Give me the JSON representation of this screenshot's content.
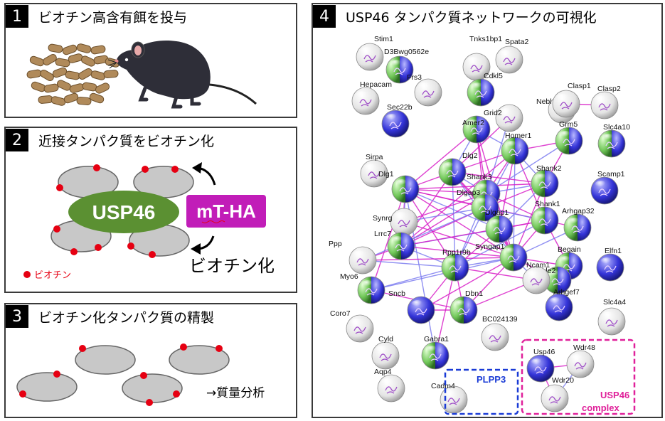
{
  "panels": {
    "p1": {
      "num": "1",
      "title": "ビオチン高含有餌を投与"
    },
    "p2": {
      "num": "2",
      "title": "近接タンパク質をビオチン化",
      "usp46": "USP46",
      "tag": "mT-HA",
      "biotinylation": "ビオチン化",
      "legend": "ビオチン",
      "colors": {
        "usp46": "#5b9032",
        "tag": "#c11db8",
        "dot": "#e60012",
        "gray": "#c8c8c8"
      }
    },
    "p3": {
      "num": "3",
      "title": "ビオチン化タンパク質の精製",
      "arrow_text": "→質量分析"
    },
    "p4": {
      "num": "4",
      "title": "USP46 タンパク質ネットワークの可視化",
      "plpp3": "PLPP3",
      "complex_line1": "USP46",
      "complex_line2": "complex",
      "colors": {
        "plpp3": "#1a3bd6",
        "complex": "#e0209a",
        "edge": "#d820c8"
      }
    }
  },
  "nodes": [
    {
      "id": "Stim1",
      "label": "Stim1",
      "color": "white"
    },
    {
      "id": "D3Bwg0562e",
      "label": "D3Bwg0562e",
      "color": "gb"
    },
    {
      "id": "Tnks1bp1",
      "label": "Tnks1bp1",
      "color": "white"
    },
    {
      "id": "Spata2",
      "label": "Spata2",
      "color": "white"
    },
    {
      "id": "Frs3",
      "label": "Frs3",
      "color": "white"
    },
    {
      "id": "Cdkl5",
      "label": "Cdkl5",
      "color": "gb"
    },
    {
      "id": "Hepacam",
      "label": "Hepacam",
      "color": "white"
    },
    {
      "id": "Sec22b",
      "label": "Sec22b",
      "color": "blue"
    },
    {
      "id": "Nebl",
      "label": "Nebl",
      "color": "white"
    },
    {
      "id": "Clasp1",
      "label": "Clasp1",
      "color": "white"
    },
    {
      "id": "Clasp2",
      "label": "Clasp2",
      "color": "white"
    },
    {
      "id": "Grid2",
      "label": "Grid2",
      "color": "white"
    },
    {
      "id": "Amer2",
      "label": "Amer2",
      "color": "gb"
    },
    {
      "id": "Homer1",
      "label": "Homer1",
      "color": "gb"
    },
    {
      "id": "Grm5",
      "label": "Grm5",
      "color": "gb"
    },
    {
      "id": "Slc4a10",
      "label": "Slc4a10",
      "color": "gb"
    },
    {
      "id": "Sirpa",
      "label": "Sirpa",
      "color": "white"
    },
    {
      "id": "Dlg2",
      "label": "Dlg2",
      "color": "gb"
    },
    {
      "id": "Dlg1",
      "label": "Dlg1",
      "color": "gb"
    },
    {
      "id": "Shank3",
      "label": "Shank3",
      "color": "gb"
    },
    {
      "id": "Shank2",
      "label": "Shank2",
      "color": "gb"
    },
    {
      "id": "Scamp1",
      "label": "Scamp1",
      "color": "blue"
    },
    {
      "id": "Synrg",
      "label": "Synrg",
      "color": "white"
    },
    {
      "id": "Dlgap3",
      "label": "Dlgap3",
      "color": "gb"
    },
    {
      "id": "Dlgap1",
      "label": "Dlgap1",
      "color": "gb"
    },
    {
      "id": "Shank1",
      "label": "Shank1",
      "color": "gb"
    },
    {
      "id": "Arhgap32",
      "label": "Arhgap32",
      "color": "gb"
    },
    {
      "id": "Lrrc7",
      "label": "Lrrc7",
      "color": "gb"
    },
    {
      "id": "Ppp",
      "label": "Ppp",
      "color": "white"
    },
    {
      "id": "Syngap1",
      "label": "Syngap1",
      "color": "gb"
    },
    {
      "id": "Ppp1r9b",
      "label": "Ppp1r9b",
      "color": "gb"
    },
    {
      "id": "Begain",
      "label": "Begain",
      "color": "gb"
    },
    {
      "id": "Elfn1",
      "label": "Elfn1",
      "color": "blue"
    },
    {
      "id": "Prickle2",
      "label": "Prickle2",
      "color": "gb"
    },
    {
      "id": "Myo6",
      "label": "Myo6",
      "color": "gb"
    },
    {
      "id": "Ncam1",
      "label": "Ncam1",
      "color": "white"
    },
    {
      "id": "Coro7",
      "label": "Coro7",
      "color": "white"
    },
    {
      "id": "Sncb",
      "label": "Sncb",
      "color": "blue"
    },
    {
      "id": "Dbn1",
      "label": "Dbn1",
      "color": "gb"
    },
    {
      "id": "Arhgef7",
      "label": "Arhgef7",
      "color": "blue"
    },
    {
      "id": "Slc4a4",
      "label": "Slc4a4",
      "color": "white"
    },
    {
      "id": "BC024139",
      "label": "BC024139",
      "color": "white"
    },
    {
      "id": "Cyld",
      "label": "Cyld",
      "color": "white"
    },
    {
      "id": "Gabra1",
      "label": "Gabra1",
      "color": "gb"
    },
    {
      "id": "Aqp4",
      "label": "Aqp4",
      "color": "white"
    },
    {
      "id": "Cadm4",
      "label": "Cadm4",
      "color": "white"
    },
    {
      "id": "Usp46",
      "label": "Usp46",
      "color": "blue"
    },
    {
      "id": "Wdr48",
      "label": "Wdr48",
      "color": "white"
    },
    {
      "id": "Wdr20",
      "label": "Wdr20",
      "color": "white"
    }
  ],
  "edges": [
    [
      "Amer2",
      "Dlg2"
    ],
    [
      "Amer2",
      "Dlg1"
    ],
    [
      "Amer2",
      "Shank3"
    ],
    [
      "Amer2",
      "Homer1"
    ],
    [
      "Amer2",
      "Dlgap3"
    ],
    [
      "Amer2",
      "Syngap1"
    ],
    [
      "Grid2",
      "Shank3"
    ],
    [
      "Grid2",
      "Dlg2"
    ],
    [
      "Homer1",
      "Shank3"
    ],
    [
      "Homer1",
      "Shank2"
    ],
    [
      "Homer1",
      "Shank1"
    ],
    [
      "Homer1",
      "Grm5"
    ],
    [
      "Homer1",
      "Dlgap3"
    ],
    [
      "Homer1",
      "Dlgap1"
    ],
    [
      "Homer1",
      "Dlg2"
    ],
    [
      "Homer1",
      "Syngap1"
    ],
    [
      "Homer1",
      "Lrrc7"
    ],
    [
      "Grm5",
      "Shank2"
    ],
    [
      "Grm5",
      "Shank3"
    ],
    [
      "Clasp1",
      "Clasp2"
    ],
    [
      "Dlg2",
      "Dlg1"
    ],
    [
      "Dlg2",
      "Shank3"
    ],
    [
      "Dlg2",
      "Dlgap3"
    ],
    [
      "Dlg2",
      "Dlgap1"
    ],
    [
      "Dlg2",
      "Syngap1"
    ],
    [
      "Dlg2",
      "Lrrc7"
    ],
    [
      "Dlg2",
      "Shank2"
    ],
    [
      "Dlg2",
      "Ppp1r9b"
    ],
    [
      "Dlg1",
      "Shank3"
    ],
    [
      "Dlg1",
      "Dlgap3"
    ],
    [
      "Dlg1",
      "Dlgap1"
    ],
    [
      "Dlg1",
      "Syngap1"
    ],
    [
      "Dlg1",
      "Lrrc7"
    ],
    [
      "Dlg1",
      "Synrg"
    ],
    [
      "Dlg1",
      "Ppp1r9b"
    ],
    [
      "Dlg1",
      "Shank1"
    ],
    [
      "Dlg1",
      "Gabra1"
    ],
    [
      "Dlg1",
      "Myo6"
    ],
    [
      "Dlg1",
      "Shank2"
    ],
    [
      "Shank3",
      "Shank2"
    ],
    [
      "Shank3",
      "Shank1"
    ],
    [
      "Shank3",
      "Dlgap3"
    ],
    [
      "Shank3",
      "Dlgap1"
    ],
    [
      "Shank3",
      "Syngap1"
    ],
    [
      "Shank3",
      "Lrrc7"
    ],
    [
      "Shank3",
      "Ppp1r9b"
    ],
    [
      "Shank2",
      "Shank1"
    ],
    [
      "Shank2",
      "Dlgap3"
    ],
    [
      "Shank2",
      "Dlgap1"
    ],
    [
      "Shank2",
      "Syngap1"
    ],
    [
      "Dlgap3",
      "Dlgap1"
    ],
    [
      "Dlgap3",
      "Shank1"
    ],
    [
      "Dlgap3",
      "Syngap1"
    ],
    [
      "Dlgap3",
      "Lrrc7"
    ],
    [
      "Dlgap3",
      "Ppp1r9b"
    ],
    [
      "Dlgap1",
      "Shank1"
    ],
    [
      "Dlgap1",
      "Syngap1"
    ],
    [
      "Dlgap1",
      "Lrrc7"
    ],
    [
      "Dlgap1",
      "Ppp1r9b"
    ],
    [
      "Shank1",
      "Syngap1"
    ],
    [
      "Shank1",
      "Ppp1r9b"
    ],
    [
      "Shank1",
      "Lrrc7"
    ],
    [
      "Syngap1",
      "Lrrc7"
    ],
    [
      "Syngap1",
      "Ppp1r9b"
    ],
    [
      "Syngap1",
      "Begain"
    ],
    [
      "Syngap1",
      "Dbn1"
    ],
    [
      "Syngap1",
      "Ncam1"
    ],
    [
      "Syngap1",
      "Prickle2"
    ],
    [
      "Syngap1",
      "Sncb"
    ],
    [
      "Lrrc7",
      "Ppp1r9b"
    ],
    [
      "Lrrc7",
      "Synrg"
    ],
    [
      "Lrrc7",
      "Ppp"
    ],
    [
      "Ppp1r9b",
      "Myo6"
    ],
    [
      "Ppp1r9b",
      "Sncb"
    ],
    [
      "Ppp1r9b",
      "Dbn1"
    ],
    [
      "Ppp1r9b",
      "Ppp"
    ],
    [
      "Ppp1r9b",
      "Gabra1"
    ],
    [
      "Ppp1r9b",
      "Ncam1"
    ],
    [
      "Synrg",
      "Dlgap3"
    ],
    [
      "Synrg",
      "Shank3"
    ],
    [
      "Synrg",
      "Syngap1"
    ],
    [
      "Ppp",
      "Dlgap3"
    ],
    [
      "Ppp",
      "Syngap1"
    ],
    [
      "Myo6",
      "Dbn1"
    ],
    [
      "Myo6",
      "Syngap1"
    ],
    [
      "Dbn1",
      "Ncam1"
    ],
    [
      "Dbn1",
      "Sncb"
    ],
    [
      "Begain",
      "Prickle2"
    ],
    [
      "Begain",
      "Shank1"
    ],
    [
      "Arhgap32",
      "Shank1"
    ],
    [
      "Arhgap32",
      "Syngap1"
    ],
    [
      "Usp46",
      "Wdr48"
    ],
    [
      "Usp46",
      "Wdr20"
    ],
    [
      "Wdr48",
      "Wdr20"
    ]
  ]
}
